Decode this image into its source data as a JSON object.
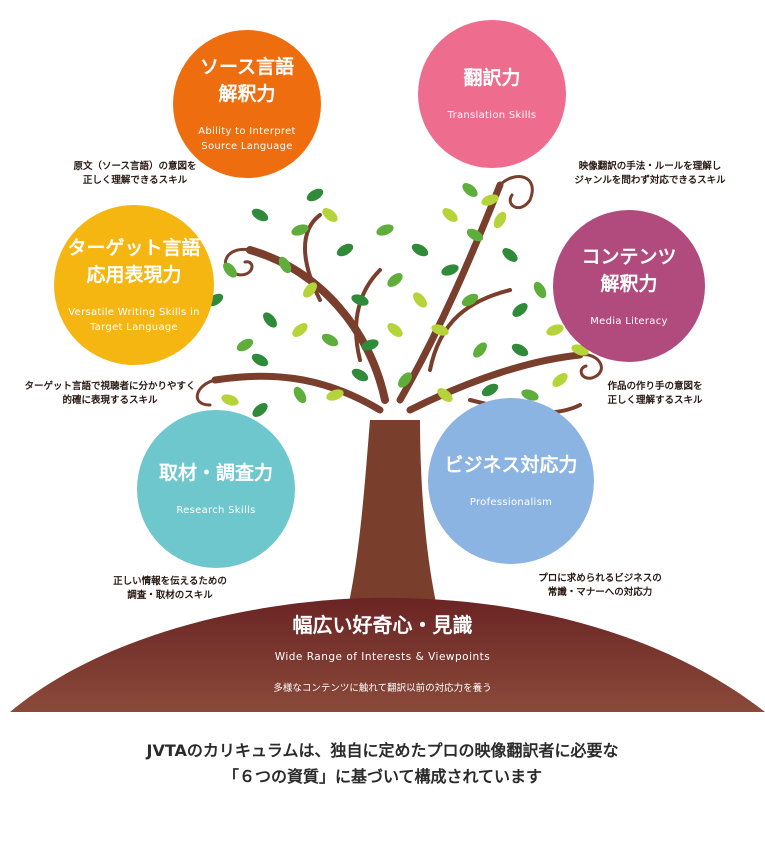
{
  "colors": {
    "source": "#ee6e0f",
    "translation": "#ee6d8f",
    "target": "#f5b612",
    "contents": "#b24b7d",
    "research": "#6ec7cc",
    "business": "#8cb4e2",
    "hill": "#6e2a26",
    "trunk": "#7a3f2c",
    "leaf_dark": "#2f8a3a",
    "leaf_mid": "#5fae3c",
    "leaf_light": "#b4d43a"
  },
  "skills": {
    "source": {
      "title": "ソース言語\n解釈力",
      "subtitle": "Ability to Interpret\nSource Language",
      "desc": "原文（ソース言語）の意図を\n正しく理解できるスキル"
    },
    "translation": {
      "title": "翻訳力",
      "subtitle": "Translation Skills",
      "desc": "映像翻訳の手法・ルールを理解し\nジャンルを問わず対応できるスキル"
    },
    "target": {
      "title": "ターゲット言語\n応用表現力",
      "subtitle": "Versatile Writing Skills in\nTarget Language",
      "desc": "ターゲット言語で視聴者に分かりやすく\n的確に表現するスキル"
    },
    "contents": {
      "title": "コンテンツ\n解釈力",
      "subtitle": "Media Literacy",
      "desc": "作品の作り手の意図を\n正しく理解するスキル"
    },
    "research": {
      "title": "取材・調査力",
      "subtitle": "Research Skills",
      "desc": "正しい情報を伝えるための\n調査・取材のスキル"
    },
    "business": {
      "title": "ビジネス対応力",
      "subtitle": "Professionalism",
      "desc": "プロに求められるビジネスの\n常識・マナーへの対応力"
    }
  },
  "foundation": {
    "title": "幅広い好奇心・見識",
    "subtitle": "Wide Range of Interests & Viewpoints",
    "desc": "多様なコンテンツに触れて翻訳以前の対応力を養う"
  },
  "caption": "JVTAのカリキュラムは、独自に定めたプロの映像翻訳者に必要な\n「６つの資質」に基づいて構成されています"
}
